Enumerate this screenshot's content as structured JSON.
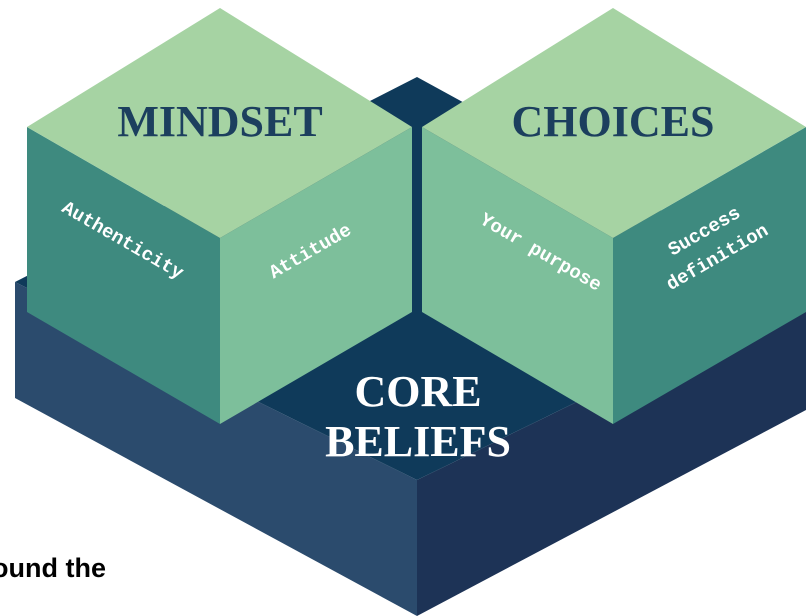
{
  "base": {
    "title_line1": "CORE",
    "title_line2": "BELIEFS"
  },
  "left_cube": {
    "title": "MINDSET",
    "left_face_label": "Authenticity",
    "right_face_label": "Attitude"
  },
  "right_cube": {
    "title": "CHOICES",
    "left_face_label": "Your purpose",
    "right_face_label_line1": "Success",
    "right_face_label_line2": "definition"
  },
  "caption": "ound the",
  "colors": {
    "base_top": "#0f3a5a",
    "base_side_left": "#2b4b6d",
    "base_side_right": "#1d3356",
    "cube_top": "#a6d3a3",
    "cube_left_face": "#3e8a7f",
    "cube_right_face": "#7dbf9b",
    "title_text": "#1c3f5e",
    "face_text": "#ffffff"
  }
}
